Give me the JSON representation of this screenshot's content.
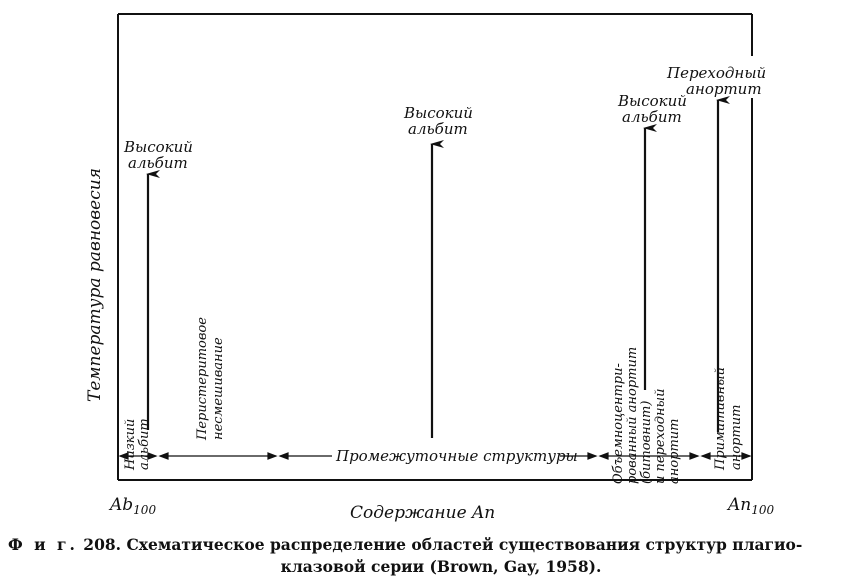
{
  "axes": {
    "ylabel": "Температура равновесия",
    "xlabel": "Содержание An",
    "x_left": {
      "base": "Ab",
      "sub": "100"
    },
    "x_right": {
      "base": "An",
      "sub": "100"
    }
  },
  "arrows": {
    "high_albite_1": [
      "Высокий",
      "альбит"
    ],
    "high_albite_2": [
      "Высокий",
      "альбит"
    ],
    "high_albite_3": [
      "Высокий",
      "альбит"
    ],
    "transitional_anorthite": [
      "Переходный",
      "анортит"
    ]
  },
  "vertical_labels": {
    "low_albite": [
      "Низкий",
      "альбит"
    ],
    "peristerite": [
      "Перистеритовое",
      "несмешивание"
    ],
    "body_centered": [
      "Объемноцентри-",
      "рованный анортит",
      "(битовнит)",
      "и переходный",
      "анортит"
    ],
    "primitive": [
      "Примитивный",
      "анортит"
    ]
  },
  "regions": {
    "intermediate": "Промежуточные структуры"
  },
  "caption": {
    "prefix": "Ф и г.",
    "number": "208.",
    "line1": "Схематическое распределение областей существования структур плагио-",
    "line2": "клазовой серии (Brown, Gay, 1958)."
  }
}
